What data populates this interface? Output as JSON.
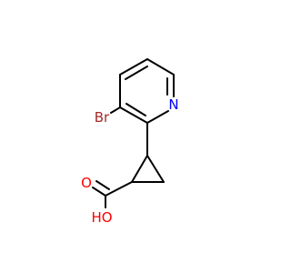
{
  "molecule": {
    "atoms": {
      "bromine": {
        "label": "Br",
        "color": "#a52a2a"
      },
      "nitrogen": {
        "label": "N",
        "color": "#0000ff"
      },
      "carbonyl_oxygen": {
        "label": "O",
        "color": "#ff0000"
      },
      "hydroxyl": {
        "label": "HO",
        "color": "#ff0000"
      }
    },
    "bond_color": "#000000"
  }
}
